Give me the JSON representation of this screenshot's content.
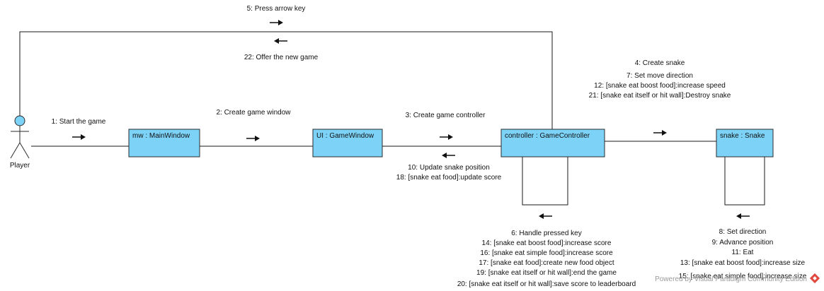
{
  "actor": {
    "name": "Player"
  },
  "objects": [
    {
      "id": "mw",
      "label": "mw : MainWindow"
    },
    {
      "id": "ui",
      "label": "UI : GameWindow"
    },
    {
      "id": "controller",
      "label": "controller : GameController"
    },
    {
      "id": "snake",
      "label": "snake : Snake"
    }
  ],
  "messages": {
    "player_controller_top": [
      "5: Press arrow key"
    ],
    "player_controller_bottom": [
      "22: Offer the new game"
    ],
    "player_mw": [
      "1: Start the game"
    ],
    "mw_ui": [
      "2: Create game window"
    ],
    "ui_controller_top": [
      "3: Create game controller"
    ],
    "ui_controller_bottom": [
      "10: Update snake position",
      "18: [snake eat food]:update score"
    ],
    "controller_snake": [
      "4: Create snake",
      "7: Set move direction",
      "12: [snake eat boost food]:increase speed",
      "21: [snake eat itself or hit wall]:Destroy snake"
    ],
    "controller_self": [
      "6: Handle pressed key",
      "14: [snake eat boost food]:increase score",
      "16: [snake eat simple food]:increase score",
      "17: [snake eat food]:create new food object",
      "19: [snake eat itself or hit wall]:end the game",
      "20: [snake eat itself or hit wall]:save score to leaderboard"
    ],
    "snake_self": [
      "8: Set direction",
      "9: Advance position",
      "11: Eat",
      "13: [snake eat boost food]:increase size",
      "15: [snake eat simple food]:increase size"
    ]
  },
  "watermark": "Powered by  Visual Paradigm Community Edition",
  "colors": {
    "object_fill": "#7DD3F7",
    "object_stroke": "#2b2b2b",
    "line": "#1a1a1a",
    "actor_head": "#7DD3F7"
  }
}
